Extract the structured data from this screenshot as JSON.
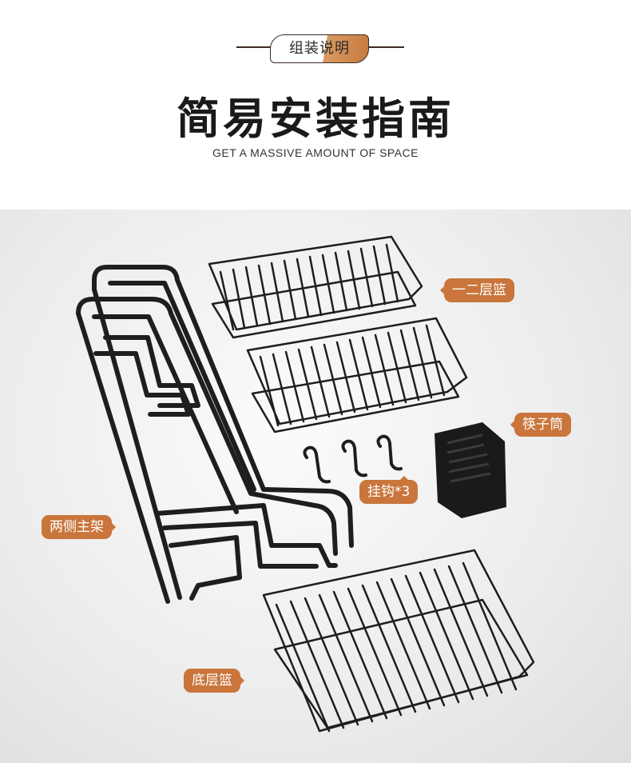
{
  "header": {
    "tag_label": "组装说明",
    "title": "简易安装指南",
    "subtitle": "GET A MASSIVE AMOUNT OF SPACE"
  },
  "labels": {
    "upper_baskets": "一二层篮",
    "chopstick_holder": "筷子筒",
    "hooks": "挂钩*3",
    "side_frames": "两侧主架",
    "bottom_basket": "底层篮"
  },
  "colors": {
    "accent": "#c9753b",
    "frame": "#1e1e1e",
    "background": "#ececec"
  }
}
